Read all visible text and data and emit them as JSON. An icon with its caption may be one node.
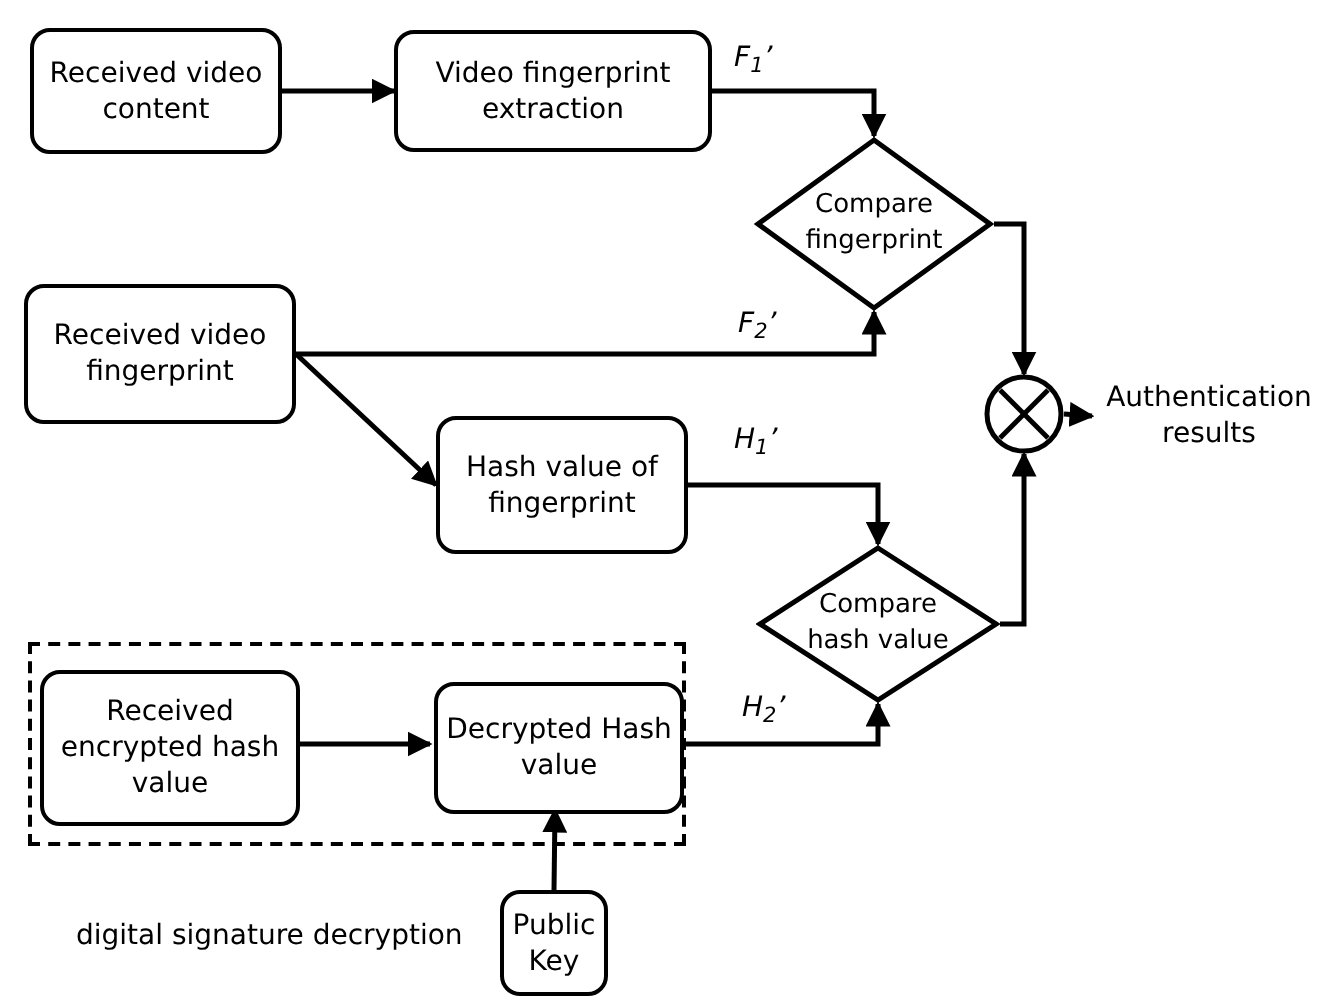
{
  "diagram": {
    "nodes": [
      {
        "text": [
          "Received video content"
        ]
      },
      {
        "text": [
          "Video fingerprint extraction"
        ]
      },
      {
        "text": [
          "Compare fingerprint"
        ]
      },
      {
        "text": [
          "Received video fingerprint"
        ]
      },
      {
        "text": [
          "Hash value of fingerprint"
        ]
      },
      {
        "text": [],
        "shape": "box"
      },
      {
        "text": [
          "Received encrypted hash value"
        ],
        "in": 5
      },
      {
        "text": [
          "Decrypted Hash value"
        ],
        "in": 5
      },
      {
        "text": [
          "Public Key"
        ]
      },
      {
        "text": [
          "Compare hash value"
        ]
      },
      {
        "text": [],
        "shape": "circle"
      },
      {
        "text": [
          "Authentication results"
        ]
      }
    ],
    "edges": [
      {
        "from": 0,
        "to": 1,
        "arrow": "to"
      },
      {
        "from": 1,
        "to": 2,
        "arrow": "to",
        "label": "F$_{1}$’"
      },
      {
        "from": 3,
        "to": 2,
        "arrow": "to",
        "label": "F$_{2}$’"
      },
      {
        "from": 3,
        "to": 4,
        "arrow": "to"
      },
      {
        "from": 4,
        "to": 9,
        "arrow": "to",
        "label": "H$_{1}$’"
      },
      {
        "from": 7,
        "to": 9,
        "arrow": "to",
        "label": "H$_{2}$’"
      },
      {
        "from": 8,
        "to": 7,
        "arrow": "to"
      },
      {
        "from": 2,
        "to": 10,
        "arrow": "to"
      },
      {
        "from": 9,
        "to": 10,
        "arrow": "to"
      },
      {
        "from": 10,
        "to": 11,
        "arrow": "to"
      },
      {
        "from": 6,
        "to": 7,
        "arrow": "to"
      }
    ],
    "labels": [
      "digital signature decryption"
    ]
  }
}
